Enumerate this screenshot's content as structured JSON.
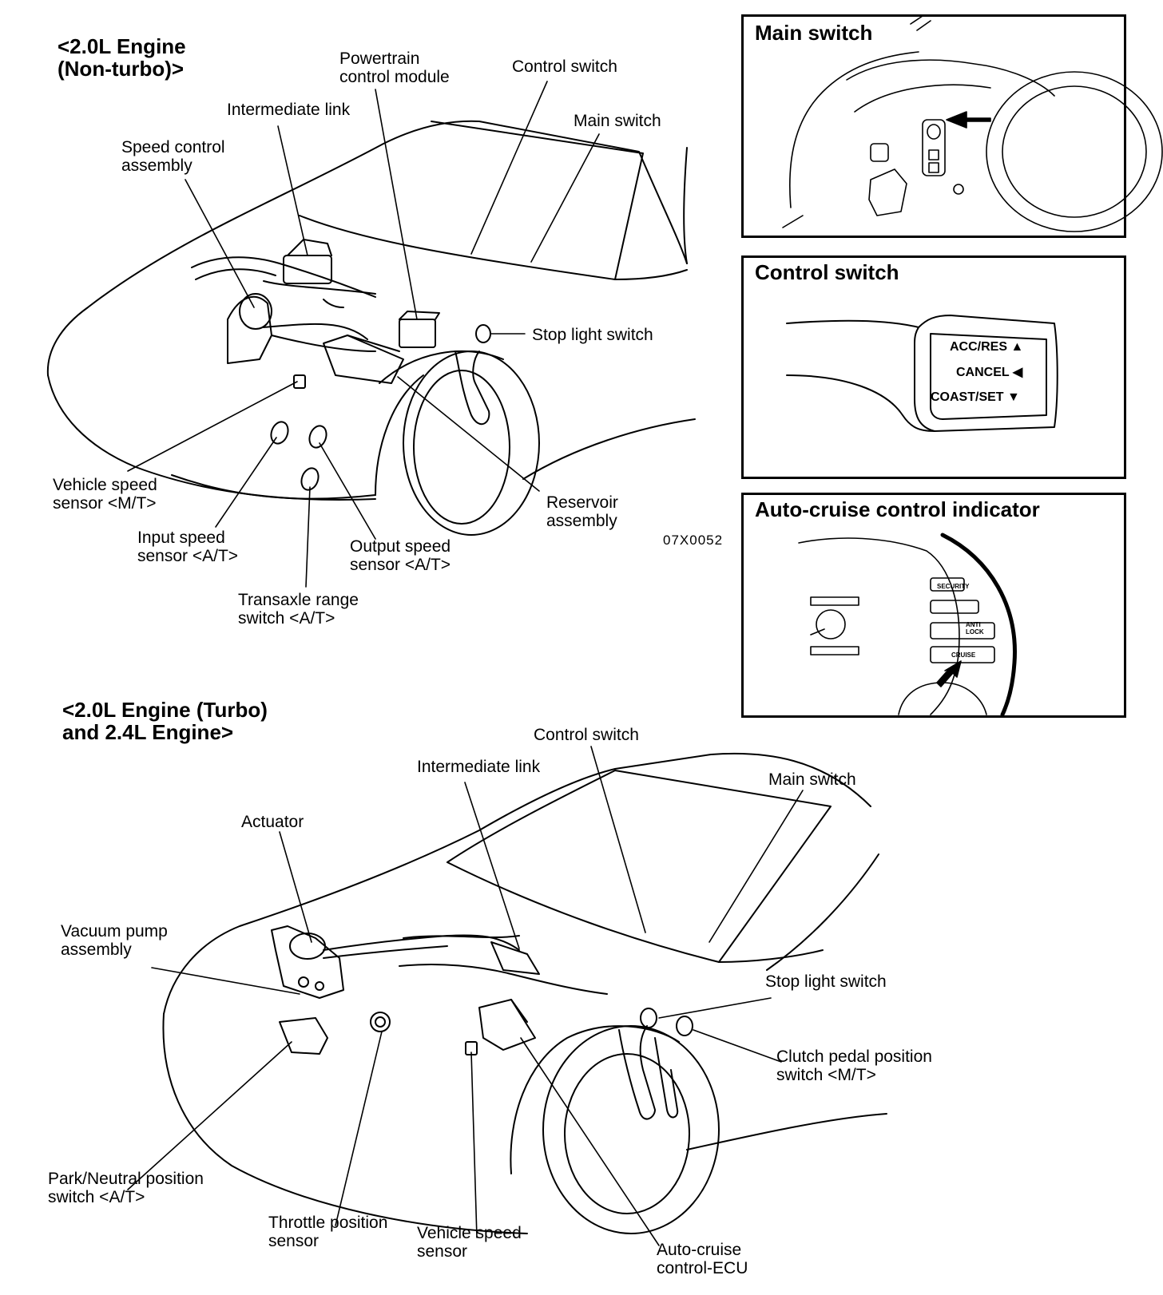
{
  "figure_code": "07X0052",
  "section_top": {
    "title": "<2.0L Engine\n(Non-turbo)>",
    "labels": {
      "pcm": "Powertrain\ncontrol module",
      "control_switch": "Control switch",
      "intermediate_link": "Intermediate link",
      "main_switch": "Main switch",
      "speed_control": "Speed control\nassembly",
      "stop_light": "Stop light switch",
      "vss_mt": "Vehicle speed\nsensor <M/T>",
      "reservoir": "Reservoir\nassembly",
      "input_speed": "Input speed\nsensor <A/T>",
      "output_speed": "Output speed\nsensor <A/T>",
      "transaxle_range": "Transaxle range\nswitch <A/T>"
    }
  },
  "section_bottom": {
    "title": "<2.0L Engine (Turbo)\nand 2.4L Engine>",
    "labels": {
      "control_switch": "Control switch",
      "intermediate_link": "Intermediate link",
      "main_switch": "Main switch",
      "actuator": "Actuator",
      "vacuum_pump": "Vacuum pump\nassembly",
      "stop_light": "Stop light switch",
      "clutch_pedal": "Clutch pedal position\nswitch <M/T>",
      "park_neutral": "Park/Neutral position\nswitch <A/T>",
      "throttle": "Throttle position\nsensor",
      "vss": "Vehicle speed\nsensor",
      "ecu": "Auto-cruise\ncontrol-ECU"
    }
  },
  "panels": {
    "main_switch": {
      "title": "Main switch"
    },
    "control_switch": {
      "title": "Control switch",
      "buttons": [
        "ACC/RES ▲",
        "CANCEL ◀",
        "COAST/SET ▼"
      ]
    },
    "indicator": {
      "title": "Auto-cruise control indicator",
      "lamps": [
        "SECURITY",
        "ANTI\nLOCK",
        "CRUISE"
      ]
    }
  }
}
